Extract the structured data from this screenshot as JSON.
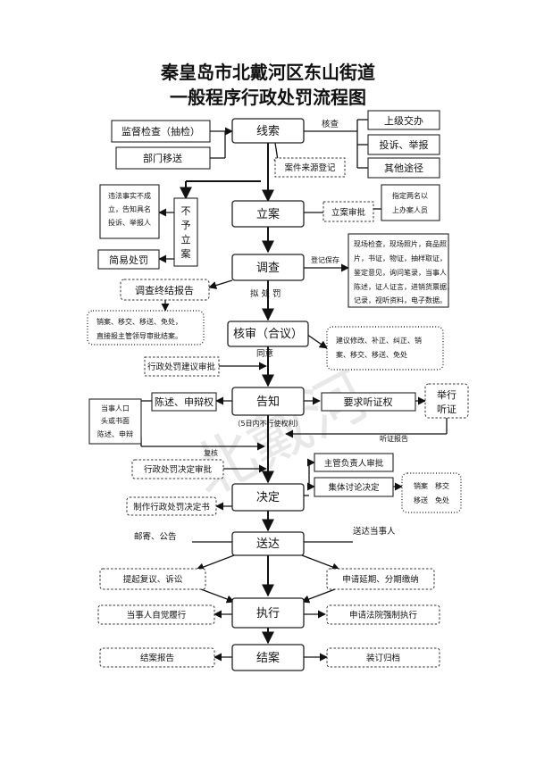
{
  "title": {
    "line1": "秦皇岛市北戴河区东山街道",
    "line2": "一般程序行政处罚流程图"
  },
  "watermark": "北戴河",
  "steps": {
    "clue": "线索",
    "register_case": "立案",
    "investigate": "调查",
    "review": "核审（合议）",
    "notify": "告知",
    "decide": "决定",
    "deliver": "送达",
    "execute": "执行",
    "close": "结案"
  },
  "clue_sources": {
    "supervision": "监督检查（抽检）",
    "department": "部门移送",
    "superior": "上级交办",
    "complaint": "投诉、举报",
    "other": "其他途径"
  },
  "labels": {
    "verify": "核查",
    "case_source_registration": "案件来源登记",
    "no_case_char1": "不",
    "no_case_char2": "予",
    "no_case_char3": "立",
    "no_case_char4": "案",
    "case_approval": "立案审批",
    "evidence_preservation": "登记保存",
    "punish_proposal": "拟 处 罚",
    "agree": "同意",
    "within_5_days": "（5日内不行使权利）",
    "hearing_report": "听证报告",
    "reconsider": "复核",
    "mail_announce": "邮寄、公告",
    "deliver_party": "送达当事人"
  },
  "side_notes": {
    "violation_notice": [
      "违法事实不成",
      "立，告知具名",
      "投诉、举报人"
    ],
    "simple_punishment": "简易处罚",
    "assign_two": [
      "指定两名以",
      "上办案人员"
    ],
    "evidence_list": [
      "现场检查，现场照片，商品照",
      "片，书证，物证，抽样取证，",
      "鉴定意见，询问笔录，当事人",
      "陈述，证人证言，进销货票据，",
      "记录，视听资料，电子数据。"
    ],
    "investigation_report": "调查终结报告",
    "close_options": [
      "销案、移交、移送、免处，",
      "直接报主管领导审批结案。"
    ],
    "review_suggest": [
      "建议修改、补正、纠正、销",
      "案、移交、移送、免处"
    ],
    "penalty_suggest_approval": "行政处罚建议审批",
    "state_defend": "陈述、申辩权",
    "request_hearing": "要求听证权",
    "hold_hearing": [
      "举行",
      "听证"
    ],
    "party_statement": [
      "当事人口",
      "头或书面",
      "陈述、申辩"
    ],
    "decision_approval": "行政处罚决定审批",
    "chief_approval": "主管负责人审批",
    "collective_discussion": "集体讨论决定",
    "decision_options": [
      "销案　移交",
      "移送　免处"
    ],
    "make_decision_doc": "制作行政处罚决定书",
    "appeal": "提起复议、诉讼",
    "extension": "申请延期、分期缴纳",
    "voluntary": "当事人自觉履行",
    "enforce": "申请法院强制执行",
    "close_report": "结案报告",
    "binding": "装订归档"
  }
}
